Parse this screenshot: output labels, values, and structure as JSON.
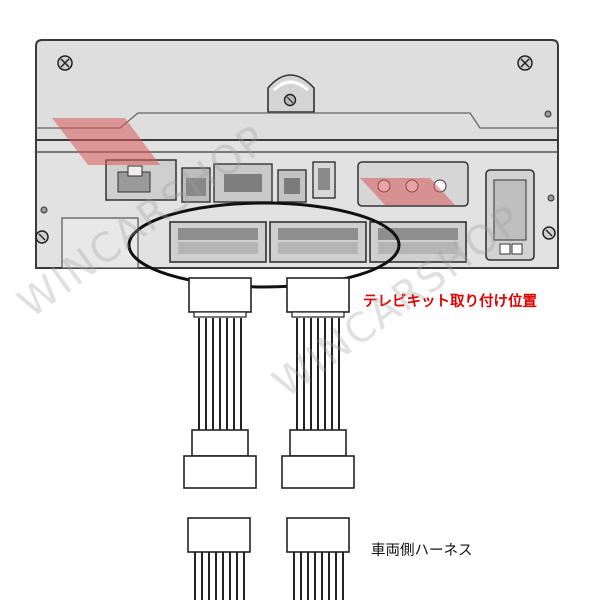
{
  "labels": {
    "install_position": "テレビキット取り付け位置",
    "vehicle_harness": "車両側ハーネス"
  },
  "watermark": {
    "text": "WINCARSHOP",
    "color": "#a0a0a0"
  },
  "colors": {
    "unit_fill": "#dedede",
    "unit_stroke": "#3a3a3a",
    "highlight_ellipse": "#111111",
    "install_label": "#e00000",
    "harness_label": "#111111",
    "watermark_chevron": "#d85a5a"
  }
}
